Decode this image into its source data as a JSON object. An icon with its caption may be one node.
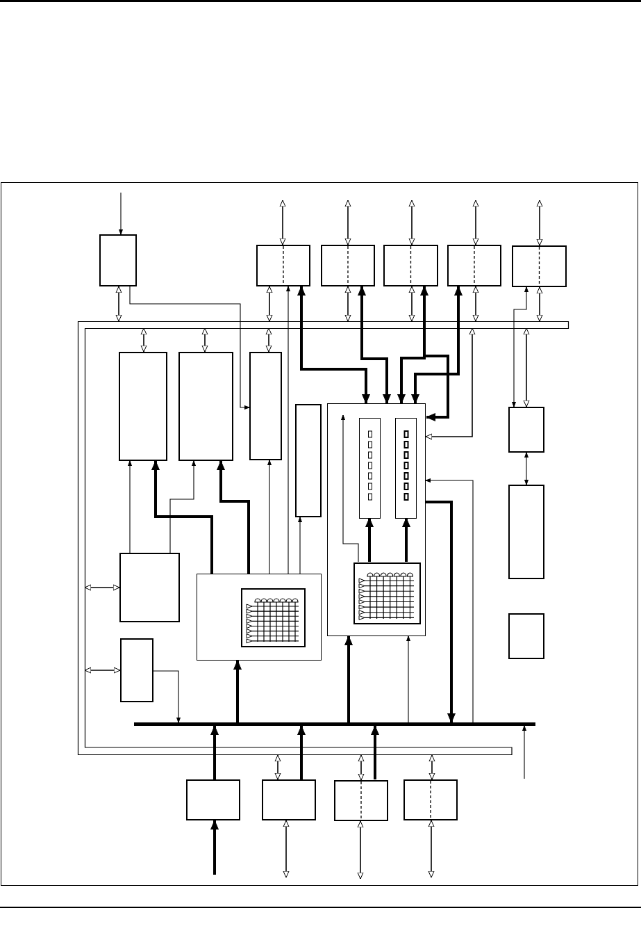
{
  "diagram": {
    "nodes": [
      {
        "text": [],
        "shape": "box"
      },
      {
        "text": [],
        "shape": "box"
      },
      {
        "text": [],
        "shape": "box"
      },
      {
        "text": [],
        "shape": "box"
      },
      {
        "text": [],
        "shape": "box"
      },
      {
        "text": [],
        "shape": "box"
      },
      {
        "text": [],
        "shape": "bar"
      },
      {
        "text": [],
        "shape": "box"
      },
      {
        "text": [],
        "shape": "box"
      },
      {
        "text": [],
        "shape": "box"
      },
      {
        "text": [],
        "shape": "box"
      },
      {
        "text": [],
        "shape": "box"
      },
      {
        "text": [],
        "shape": "box",
        "in": 11
      },
      {
        "text": [],
        "shape": "box",
        "in": 11
      },
      {
        "text": [],
        "shape": "picture",
        "in": 11
      },
      {
        "text": [],
        "shape": "box"
      },
      {
        "text": [],
        "shape": "box"
      },
      {
        "text": [],
        "shape": "box"
      },
      {
        "text": [],
        "shape": "box"
      },
      {
        "text": [],
        "shape": "box"
      },
      {
        "text": [],
        "shape": "box"
      },
      {
        "text": [],
        "shape": "picture",
        "in": 20
      },
      {
        "text": [],
        "shape": "bar"
      },
      {
        "text": [],
        "shape": "box"
      },
      {
        "text": [],
        "shape": "box"
      },
      {
        "text": [],
        "shape": "box"
      },
      {
        "text": [],
        "shape": "box"
      }
    ],
    "edges": [
      {
        "from": null,
        "to": 0,
        "arrow": "to"
      },
      {
        "from": null,
        "to": 1,
        "arrow": "both"
      },
      {
        "from": null,
        "to": 2,
        "arrow": "both"
      },
      {
        "from": null,
        "to": 3,
        "arrow": "both"
      },
      {
        "from": null,
        "to": 4,
        "arrow": "both"
      },
      {
        "from": null,
        "to": 5,
        "arrow": "both"
      },
      {
        "from": 0,
        "to": 6,
        "arrow": "both"
      },
      {
        "from": 1,
        "to": 6,
        "arrow": "both"
      },
      {
        "from": 2,
        "to": 6,
        "arrow": "both"
      },
      {
        "from": 3,
        "to": 6,
        "arrow": "both"
      },
      {
        "from": 4,
        "to": 6,
        "arrow": "both"
      },
      {
        "from": 5,
        "to": 6,
        "arrow": "both"
      },
      {
        "from": 0,
        "to": 9,
        "arrow": "to"
      },
      {
        "from": 6,
        "to": 7,
        "arrow": "both"
      },
      {
        "from": 6,
        "to": 8,
        "arrow": "both"
      },
      {
        "from": 6,
        "to": 9,
        "arrow": "both"
      },
      {
        "from": 20,
        "to": 1,
        "arrow": "to"
      },
      {
        "from": 11,
        "to": 1,
        "arrow": "both",
        "style": "thick"
      },
      {
        "from": 11,
        "to": 2,
        "arrow": "both",
        "style": "thick"
      },
      {
        "from": 11,
        "to": 3,
        "arrow": "both",
        "style": "thick"
      },
      {
        "from": 11,
        "to": 4,
        "arrow": "both",
        "style": "thick"
      },
      {
        "from": 3,
        "to": 11,
        "arrow": "to",
        "style": "thick"
      },
      {
        "from": 15,
        "to": 5,
        "arrow": "both"
      },
      {
        "from": 6,
        "to": 11,
        "arrow": "both"
      },
      {
        "from": 6,
        "to": 15,
        "arrow": "both"
      },
      {
        "from": 15,
        "to": 16,
        "arrow": "both"
      },
      {
        "from": 18,
        "to": 7,
        "arrow": "to"
      },
      {
        "from": 18,
        "to": 8,
        "arrow": "to"
      },
      {
        "from": 20,
        "to": 7,
        "arrow": "to",
        "style": "thick"
      },
      {
        "from": 20,
        "to": 8,
        "arrow": "to",
        "style": "thick"
      },
      {
        "from": 20,
        "to": 9,
        "arrow": "to"
      },
      {
        "from": 20,
        "to": 10,
        "arrow": "to"
      },
      {
        "from": 14,
        "to": 12,
        "arrow": "to",
        "style": "thick"
      },
      {
        "from": 14,
        "to": 13,
        "arrow": "to",
        "style": "thick"
      },
      {
        "from": 14,
        "to": null,
        "arrow": "to"
      },
      {
        "from": 22,
        "to": 11,
        "arrow": "to"
      },
      {
        "from": 22,
        "to": 11,
        "arrow": "to",
        "style": "thick"
      },
      {
        "from": 11,
        "to": 22,
        "arrow": "to",
        "style": "thick"
      },
      {
        "from": 22,
        "to": 20,
        "arrow": "to",
        "style": "thick"
      },
      {
        "from": 22,
        "to": 11,
        "arrow": "to"
      },
      {
        "from": 19,
        "to": 22,
        "arrow": "to"
      },
      {
        "from": 6,
        "to": 18,
        "arrow": "both"
      },
      {
        "from": 6,
        "to": 19,
        "arrow": "both"
      },
      {
        "from": 23,
        "to": 22,
        "arrow": "to",
        "style": "thick"
      },
      {
        "from": 24,
        "to": 22,
        "arrow": "to",
        "style": "thick"
      },
      {
        "from": 25,
        "to": 22,
        "arrow": "to",
        "style": "thick"
      },
      {
        "from": 6,
        "to": 24,
        "arrow": "both"
      },
      {
        "from": 6,
        "to": 25,
        "arrow": "both"
      },
      {
        "from": 6,
        "to": 26,
        "arrow": "both"
      },
      {
        "from": null,
        "to": 23,
        "arrow": "to",
        "style": "thick"
      },
      {
        "from": null,
        "to": 24,
        "arrow": "both"
      },
      {
        "from": null,
        "to": 25,
        "arrow": "both"
      },
      {
        "from": null,
        "to": 26,
        "arrow": "both"
      },
      {
        "from": null,
        "to": 22,
        "arrow": "to"
      }
    ]
  }
}
